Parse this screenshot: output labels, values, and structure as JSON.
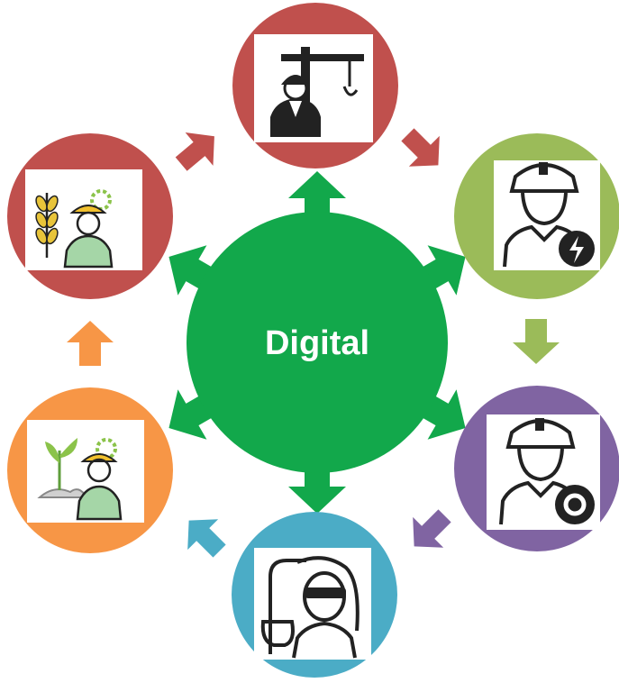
{
  "center": {
    "label": "Digital",
    "color": "#12a84b"
  },
  "nodes": [
    {
      "role": "construction",
      "icon": "construction-worker-crane-icon",
      "color": "#c0504d"
    },
    {
      "role": "electrical",
      "icon": "electrician-worker-icon",
      "color": "#9bbb59"
    },
    {
      "role": "mechanical",
      "icon": "mechanic-worker-gear-icon",
      "color": "#8064a2"
    },
    {
      "role": "chemical",
      "icon": "chemist-worker-lab-icon",
      "color": "#4bacc6"
    },
    {
      "role": "environment",
      "icon": "environmental-worker-plant-icon",
      "color": "#f79646"
    },
    {
      "role": "agriculture",
      "icon": "agriculture-worker-wheat-icon",
      "color": "#c0504d"
    }
  ],
  "colors": {
    "center_arrow": "#12a84b",
    "icon_stroke": "#222222",
    "helmet_yellow": "#f2c12e",
    "gear_green": "#8bc34a",
    "plant_green": "#5f9e3c",
    "wheat_yellow": "#e8c43a"
  }
}
